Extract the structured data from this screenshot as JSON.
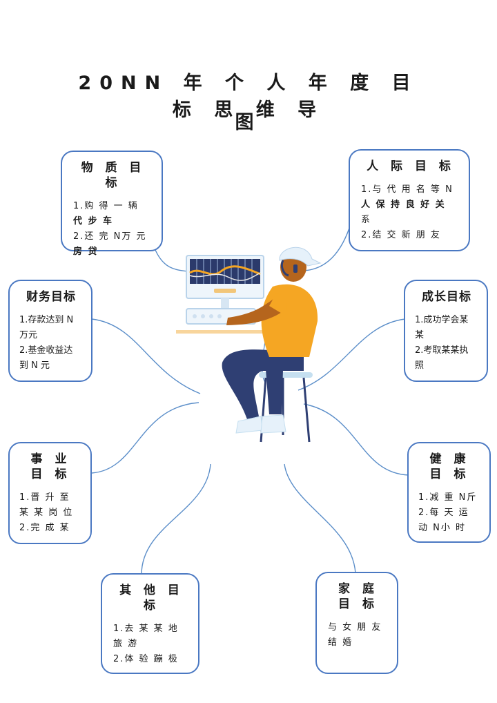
{
  "title": {
    "line1": "20NN 年 个 人 年 度 目 标 思 维 导",
    "line2": "图"
  },
  "nodes": {
    "material": {
      "title": "物 质 目 标",
      "lines": [
        "1.购 得 一 辆",
        "代 步 车",
        "2.还 完 N万 元",
        "房 贷"
      ]
    },
    "social": {
      "title": "人 际 目 标",
      "lines": [
        "1.与 代 用 名 等 N",
        "人 保 持 良 好 关",
        "系",
        "2.结 交 新 朋 友"
      ]
    },
    "finance": {
      "title": "财务目标",
      "lines": [
        "1.存款达到 N",
        "万元",
        "2.基金收益达",
        "到 N 元"
      ]
    },
    "growth": {
      "title": "成长目标",
      "lines": [
        "1.成功学会某",
        "某",
        "2.考取某某执",
        "照"
      ]
    },
    "career": {
      "title": "事 业 目 标",
      "lines": [
        "1.晋 升 至",
        "某 某 岗 位",
        "2.完 成 某"
      ]
    },
    "health": {
      "title": "健 康 目 标",
      "lines": [
        "1.减 重 N斤",
        "2.每 天 运",
        "动 N小 时"
      ]
    },
    "other": {
      "title": "其 他 目 标",
      "lines": [
        "1.去 某 某 地",
        "旅 游",
        "2.体 验 蹦 极"
      ]
    },
    "family": {
      "title": "家 庭 目 标",
      "lines": [
        "与 女 朋 友",
        "结 婚"
      ]
    }
  },
  "colors": {
    "box_border": "#4a78c2",
    "link": "#5b8ec9",
    "shirt": "#f5a623",
    "pants": "#2f3f73",
    "skin": "#b5651d"
  }
}
